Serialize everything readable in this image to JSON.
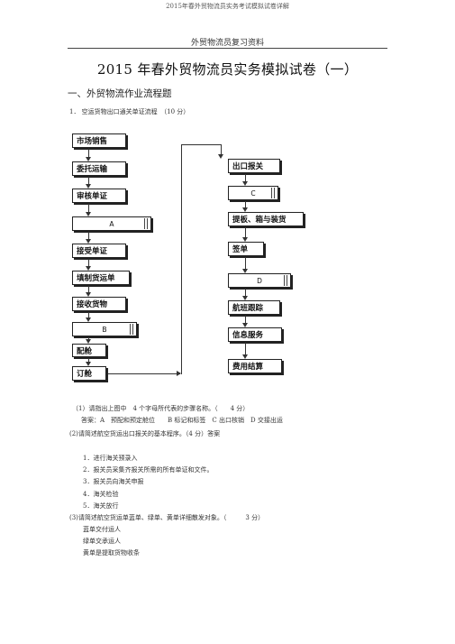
{
  "header": {
    "top_title": "2015年春外贸物流员实务考试模拟试卷详解",
    "subtitle": "外贸物流员复习资料"
  },
  "doc": {
    "main_title": "2015 年春外贸物流员实务模拟试卷（一）",
    "section_title": "一、外贸物流作业流程题",
    "question_1": "1． 空运货物出口通关单证流程　（10 分）"
  },
  "flow": {
    "left": [
      "市场销售",
      "委托运输",
      "审核单证",
      "A",
      "接受单证",
      "填制货运单",
      "接收货物",
      "B",
      "配舱",
      "订舱"
    ],
    "right": [
      "出口报关",
      "C",
      "提板、箱与装货",
      "签单",
      "D",
      "航班跟踪",
      "信息服务",
      "费用结算"
    ]
  },
  "answers": {
    "sub1_q": "（1）请指出上图中　4 个字母所代表的步骤名称。（　　4 分）",
    "sub1_a": "答案：A　预配和预定舱位　　B 标记和标签　C 出口核销　D 交接出运",
    "sub2_q": "(2)请简述航空货运出口报关的基本程序。（4 分）答案",
    "steps": [
      "1．进行海关预录入",
      "2．报关员采集齐报关所需的所有单证和文件。",
      "3．报关员向海关申报",
      "4．海关检验",
      "5．海关放行"
    ],
    "sub3_q": "(3)请简述航空货运单蓝单、绿单、黄单详细散发对象。（　　　3 分）",
    "lines": [
      "蓝单交付运人",
      "绿单交承运人",
      "黄单是提取货物收条"
    ]
  }
}
